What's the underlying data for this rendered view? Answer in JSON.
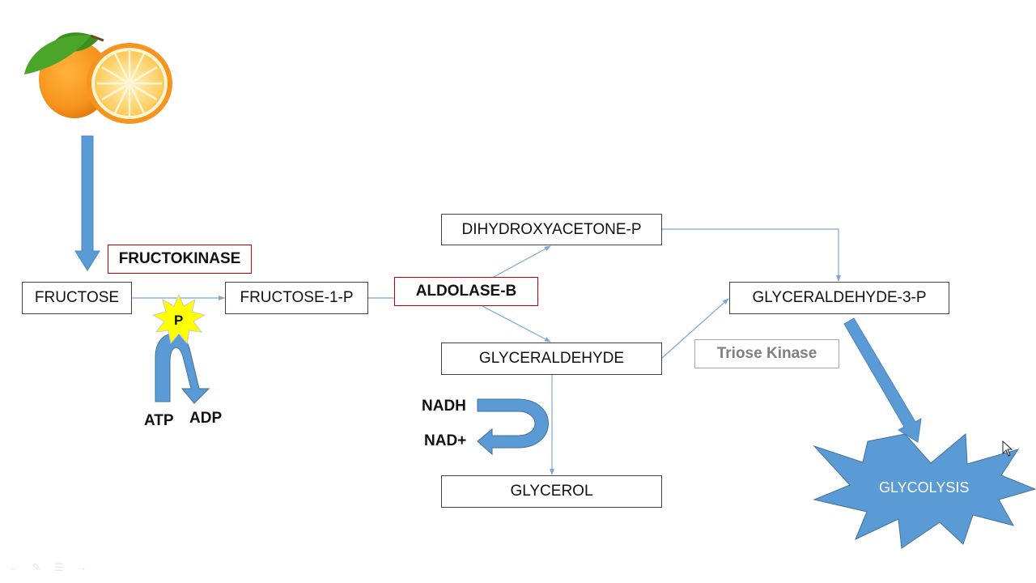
{
  "nodes": {
    "fructose": "FRUCTOSE",
    "fructose_1_p": "FRUCTOSE-1-P",
    "dihydroxyacetone_p": "DIHYDROXYACETONE-P",
    "glyceraldehyde": "GLYCERALDEHYDE",
    "glyceraldehyde_3_p": "GLYCERALDEHYDE-3-P",
    "glycerol": "GLYCEROL",
    "glycolysis": "GLYCOLYSIS"
  },
  "enzymes": {
    "fructokinase": "FRUCTOKINASE",
    "aldolase_b": "ALDOLASE-B",
    "triose_kinase": "Triose Kinase"
  },
  "cofactors": {
    "phosphate": "P",
    "atp": "ATP",
    "adp": "ADP",
    "nadh": "NADH",
    "nad_plus": "NAD+"
  },
  "colors": {
    "arrow_blue": "#5b9bd5",
    "arrow_line": "#7aa7d8",
    "enzyme_border": "#c00000",
    "starburst": "#ffff00"
  },
  "icons": [
    "orange-fruit-icon",
    "pointer-cursor-icon"
  ]
}
